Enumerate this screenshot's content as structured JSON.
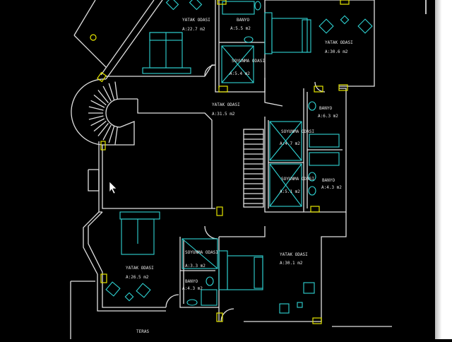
{
  "colors": {
    "background": "#000000",
    "walls": "#e0e0e0",
    "furniture": "#2fd3d3",
    "columns": "#e6e600"
  },
  "rooms": [
    {
      "name": "YATAK ODASI",
      "area": "A:22.7 m2"
    },
    {
      "name": "BANYO",
      "area": "A:5.5 m2"
    },
    {
      "name": "SOYUNMA ODASI",
      "area": "A:5.4 m2"
    },
    {
      "name": "YATAK ODASI",
      "area": "A:30.6 m2"
    },
    {
      "name": "YATAK ODASI",
      "area": "A:31.5 m2"
    },
    {
      "name": "BANYO",
      "area": "A:6.3 m2"
    },
    {
      "name": "SOYUNMA ODASI",
      "area": "A:4.7 m2"
    },
    {
      "name": "SOYUNMA ODASI",
      "area": "A:5.1 m2"
    },
    {
      "name": "BANYO",
      "area": "A:4.3 m2"
    },
    {
      "name": "YATAK ODASI",
      "area": "A:26.5 m2"
    },
    {
      "name": "SOYUNMA ODASI",
      "area": "A:3.3 m2"
    },
    {
      "name": "BANYO",
      "area": "A:4.3 m2"
    },
    {
      "name": "YATAK ODASI",
      "area": "A:30.1 m2"
    }
  ],
  "terrace": "TERAS",
  "cursor": "arrow-pointer"
}
